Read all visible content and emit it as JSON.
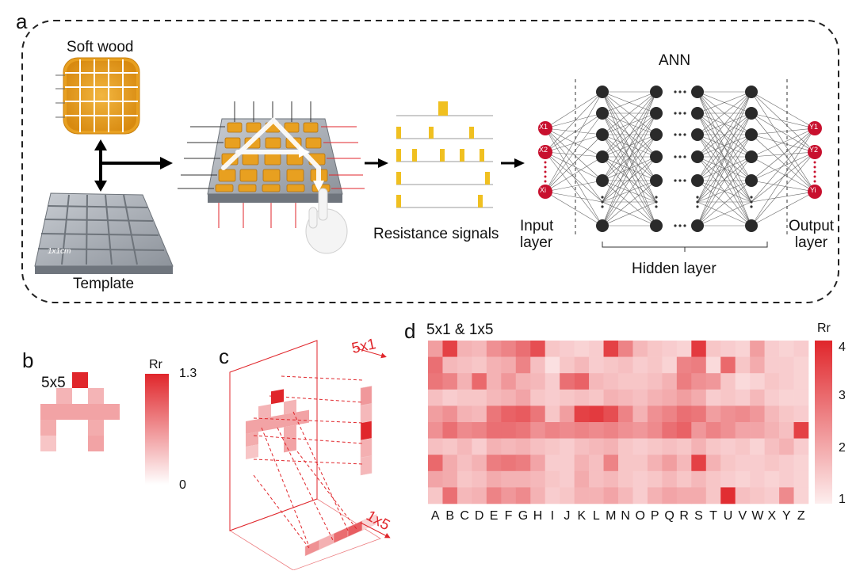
{
  "panel_a": {
    "letter": "a",
    "soft_wood": "Soft wood",
    "template": "Template",
    "template_scale": "1x1cm",
    "resistance_signals": "Resistance signals",
    "ann": "ANN",
    "input_layer": "Input\nlayer",
    "output_layer": "Output\nlayer",
    "hidden_layer": "Hidden layer",
    "input_nodes": [
      "X1",
      "X2",
      "Xi"
    ],
    "output_nodes": [
      "Y1",
      "Y2",
      "Yi"
    ]
  },
  "panel_b": {
    "letter": "b",
    "grid_label": "5x5",
    "colorbar_title": "Rr",
    "colorbar_max": "1.3",
    "colorbar_min": "0",
    "cells": [
      [
        0,
        0,
        1.3,
        0,
        0
      ],
      [
        0,
        0.45,
        0,
        0.45,
        0
      ],
      [
        0.55,
        0.55,
        0.55,
        0.55,
        0.55
      ],
      [
        0.5,
        0,
        0,
        0.5,
        0
      ],
      [
        0.35,
        0,
        0,
        0.55,
        0
      ]
    ]
  },
  "panel_c": {
    "letter": "c",
    "label_5x1": "5x1",
    "label_1x5": "1x5"
  },
  "panel_d": {
    "letter": "d",
    "title": "5x1 & 1x5",
    "colorbar_title": "Rr",
    "colorbar_ticks": [
      "4",
      "3",
      "2",
      "1"
    ],
    "letters": [
      "A",
      "B",
      "C",
      "D",
      "E",
      "F",
      "G",
      "H",
      "I",
      "J",
      "K",
      "L",
      "M",
      "N",
      "O",
      "P",
      "Q",
      "R",
      "S",
      "T",
      "U",
      "V",
      "W",
      "X",
      "Y",
      "Z"
    ]
  },
  "chart_data": {
    "type": "heatmap",
    "title": "5x1 & 1x5",
    "categories": [
      "A",
      "B",
      "C",
      "D",
      "E",
      "F",
      "G",
      "H",
      "I",
      "J",
      "K",
      "L",
      "M",
      "N",
      "O",
      "P",
      "Q",
      "R",
      "S",
      "T",
      "U",
      "V",
      "W",
      "X",
      "Y",
      "Z"
    ],
    "rows": 10,
    "zlim": [
      1,
      4
    ],
    "zlabel": "Rr",
    "values": [
      [
        2.2,
        3.6,
        1.9,
        1.8,
        2.4,
        2.6,
        2.9,
        3.4,
        1.6,
        1.5,
        1.4,
        1.5,
        3.6,
        2.6,
        1.8,
        1.6,
        1.5,
        1.4,
        3.7,
        1.6,
        1.5,
        1.4,
        2.2,
        1.5,
        1.4,
        1.5
      ],
      [
        2.9,
        1.8,
        1.7,
        1.6,
        1.9,
        2.0,
        2.6,
        1.7,
        1.2,
        1.6,
        1.8,
        1.5,
        1.6,
        1.7,
        1.5,
        1.6,
        1.4,
        2.6,
        2.7,
        1.3,
        3.0,
        1.6,
        2.0,
        1.5,
        1.5,
        1.4
      ],
      [
        2.8,
        2.6,
        1.9,
        3.0,
        1.9,
        2.3,
        1.9,
        1.8,
        1.5,
        2.9,
        3.1,
        1.8,
        1.7,
        1.6,
        1.6,
        1.7,
        1.9,
        2.7,
        2.4,
        2.3,
        1.6,
        1.3,
        1.4,
        1.6,
        1.5,
        1.4
      ],
      [
        1.7,
        1.5,
        1.6,
        1.6,
        1.8,
        1.9,
        2.1,
        1.6,
        1.5,
        1.6,
        1.7,
        1.6,
        1.9,
        1.8,
        1.7,
        1.9,
        2.0,
        2.2,
        2.0,
        1.5,
        1.6,
        1.5,
        1.8,
        1.5,
        1.4,
        1.4
      ],
      [
        2.2,
        2.4,
        1.9,
        1.8,
        2.8,
        3.1,
        3.2,
        2.8,
        1.6,
        2.2,
        3.6,
        3.7,
        3.4,
        2.6,
        1.9,
        2.4,
        2.6,
        2.9,
        2.8,
        2.2,
        2.4,
        2.5,
        2.3,
        1.8,
        1.6,
        1.5
      ],
      [
        2.4,
        2.9,
        2.5,
        2.6,
        2.9,
        2.9,
        2.8,
        2.4,
        2.6,
        2.5,
        2.6,
        2.5,
        2.6,
        2.4,
        2.3,
        2.5,
        2.9,
        3.1,
        2.3,
        2.6,
        2.4,
        2.1,
        2.1,
        1.9,
        1.7,
        3.6
      ],
      [
        1.7,
        1.6,
        1.8,
        1.5,
        1.9,
        1.8,
        1.9,
        1.7,
        1.6,
        1.5,
        1.7,
        1.8,
        1.9,
        1.6,
        1.5,
        1.6,
        1.7,
        1.6,
        1.9,
        1.6,
        1.5,
        1.6,
        1.4,
        1.7,
        1.9,
        1.5
      ],
      [
        3.0,
        2.0,
        1.7,
        1.9,
        2.7,
        2.8,
        2.7,
        2.1,
        1.5,
        1.5,
        1.9,
        1.7,
        2.6,
        1.6,
        1.6,
        1.9,
        2.2,
        1.8,
        3.6,
        1.9,
        1.6,
        1.5,
        1.5,
        1.6,
        1.5,
        1.4
      ],
      [
        2.1,
        2.0,
        1.6,
        1.7,
        2.0,
        1.9,
        1.9,
        1.8,
        1.6,
        1.5,
        2.0,
        1.7,
        1.8,
        1.6,
        1.5,
        1.6,
        1.8,
        1.6,
        1.8,
        1.6,
        1.5,
        1.4,
        1.5,
        1.4,
        1.5,
        1.4
      ],
      [
        1.6,
        2.9,
        1.8,
        1.9,
        2.6,
        2.3,
        2.5,
        1.9,
        1.5,
        1.6,
        1.9,
        1.9,
        2.1,
        1.8,
        1.5,
        1.9,
        2.1,
        2.0,
        2.0,
        1.6,
        3.9,
        1.7,
        1.6,
        1.5,
        2.5,
        1.4
      ]
    ]
  },
  "colors": {
    "heat_max": "#e0262b",
    "heat_min": "#ffffff",
    "wood": "#e8a020",
    "node": "#2a2a2a",
    "io_node": "#c8102e"
  }
}
